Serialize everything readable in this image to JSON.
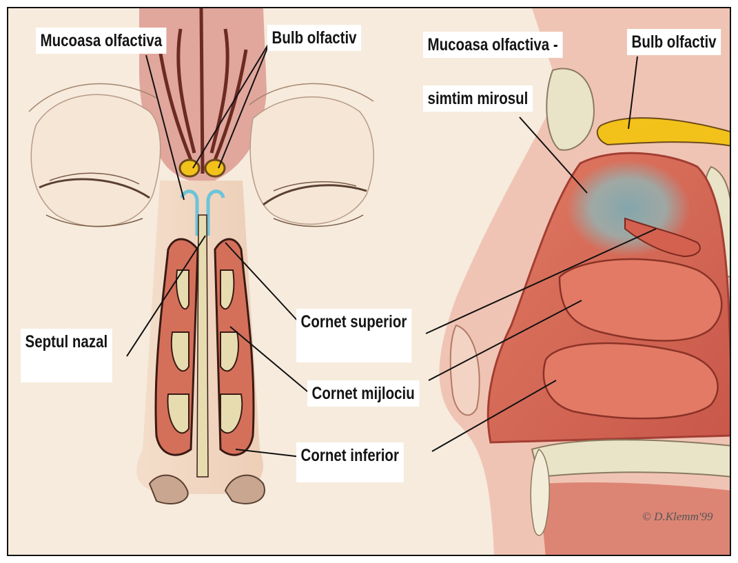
{
  "labels": {
    "mucoasa_front": "Mucoasa olfactiva",
    "bulb_front": "Bulb olfactiv",
    "mucoasa_side_line1": "Mucoasa olfactiva -",
    "mucoasa_side_line2": "simtim mirosul",
    "bulb_side": "Bulb olfactiv",
    "septul": "Septul nazal",
    "cornet_superior": "Cornet superior",
    "cornet_mijlociu": "Cornet mijlociu",
    "cornet_inferior": "Cornet inferior"
  },
  "copyright": "© D.Klemm'99",
  "colors": {
    "background": "#f6ebdd",
    "mucosa_red": "#d9735e",
    "olfactory_blue": "#8fb7b8",
    "bulb_yellow": "#f2c21a",
    "septum_cream": "#e6dcb0"
  }
}
